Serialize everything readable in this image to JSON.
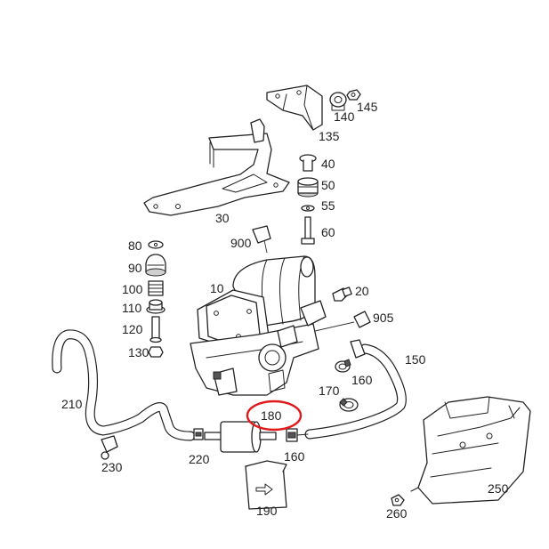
{
  "diagram": {
    "highlight_color": "#e0191b",
    "highlighted_part": "180",
    "part_labels": {
      "p10": "10",
      "p20": "20",
      "p30": "30",
      "p40": "40",
      "p50": "50",
      "p55": "55",
      "p60": "60",
      "p80": "80",
      "p90": "90",
      "p100": "100",
      "p110": "110",
      "p120": "120",
      "p130": "130",
      "p135": "135",
      "p140": "140",
      "p145": "145",
      "p150": "150",
      "p160a": "160",
      "p160b": "160",
      "p170": "170",
      "p180": "180",
      "p190": "190",
      "p210": "210",
      "p220": "220",
      "p230": "230",
      "p250": "250",
      "p260": "260",
      "p900": "900",
      "p905": "905"
    }
  }
}
